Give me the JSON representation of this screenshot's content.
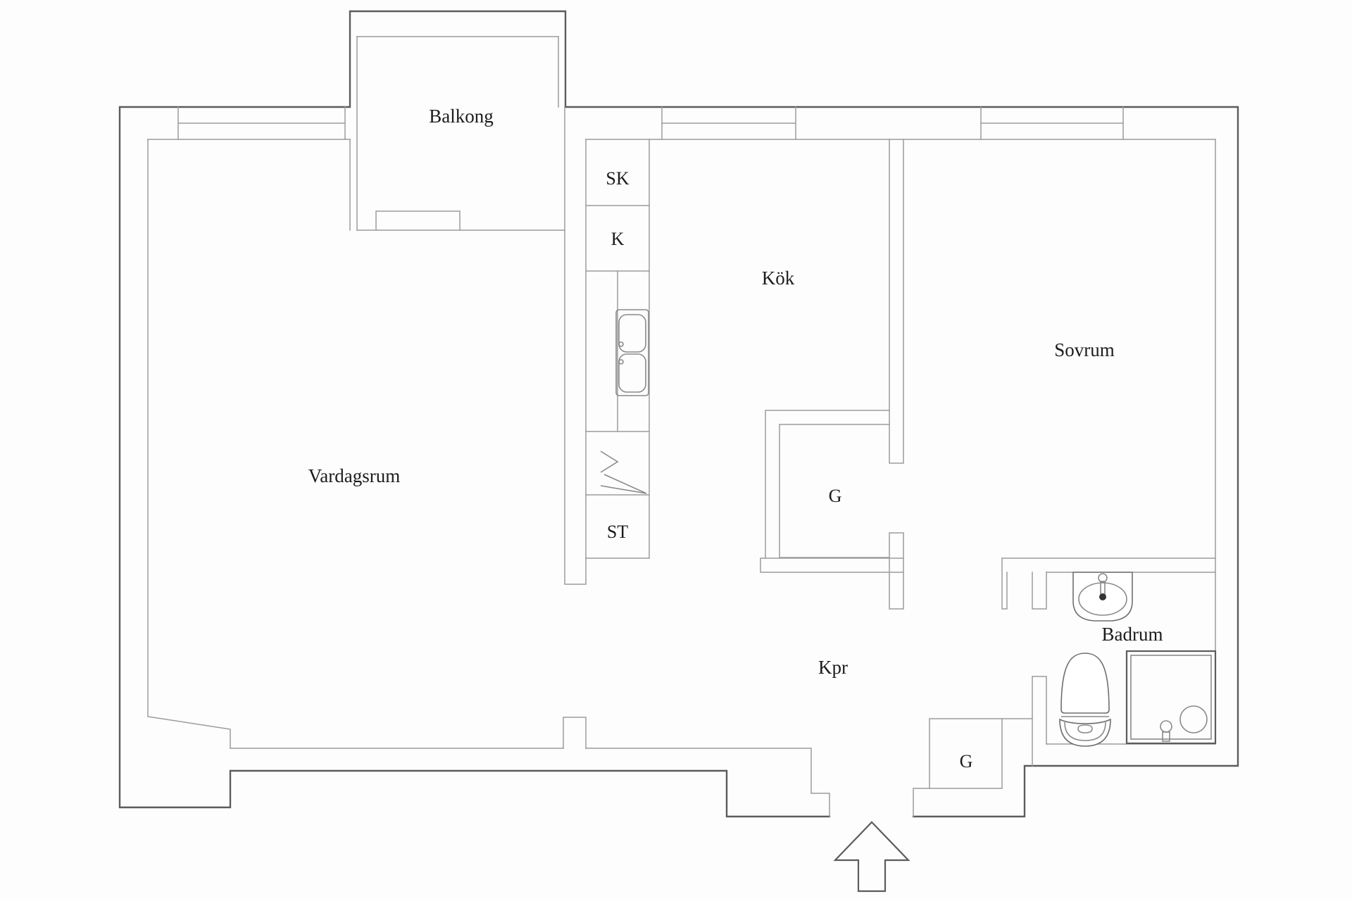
{
  "document": {
    "title": "Apartment floor plan"
  },
  "labels": {
    "balcony": "Balkong",
    "closet_sk": "SK",
    "closet_k": "K",
    "kitchen": "Kök",
    "bedroom": "Sovrum",
    "living_room": "Vardagsrum",
    "wardrobe_kitchen": "G",
    "closet_st": "ST",
    "corridor": "Kpr",
    "bathroom": "Badrum",
    "wardrobe_entry": "G"
  },
  "icons": {
    "entry_arrow": "entry-arrow-icon",
    "kitchen_sink": "kitchen-double-sink-icon",
    "dishwasher": "dishwasher-hatch-icon",
    "washbasin": "washbasin-icon",
    "toilet": "toilet-icon",
    "shower": "shower-cabin-icon"
  },
  "colors": {
    "background": "#fdfdfd",
    "wall_outer": "#5c5c5c",
    "wall_inner": "#9b9b9b",
    "text": "#1c1c1c"
  }
}
